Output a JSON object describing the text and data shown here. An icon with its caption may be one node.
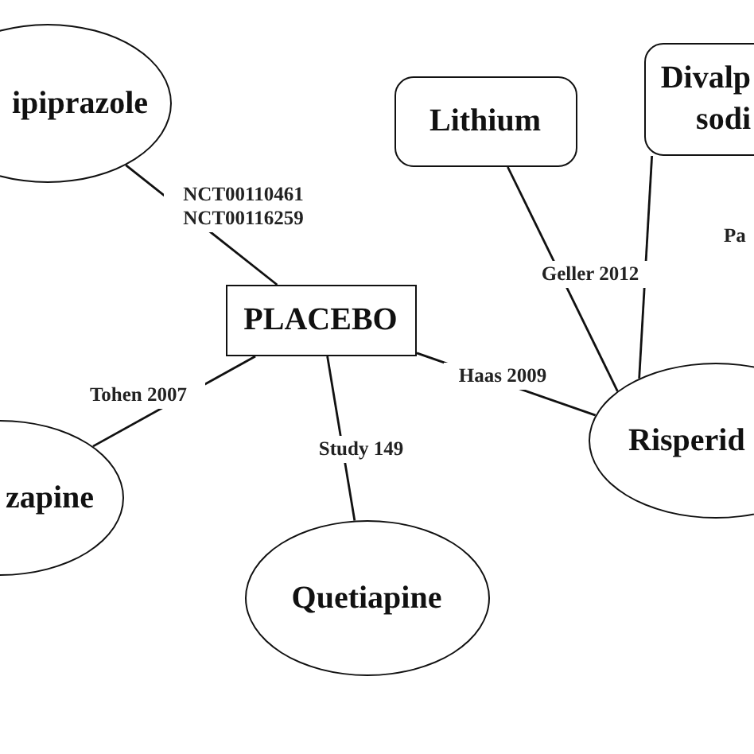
{
  "diagram": {
    "nodes": [
      {
        "text": [
          "ipiprazole"
        ]
      },
      {
        "text": [
          "Lithium"
        ]
      },
      {
        "text": [
          "Divalp sodi"
        ]
      },
      {
        "text": [
          "PLACEBO"
        ]
      },
      {
        "text": [
          "Risperid"
        ]
      },
      {
        "text": [
          "zapine"
        ]
      },
      {
        "text": [
          "Quetiapine"
        ]
      }
    ],
    "edges": [
      {
        "from": 0,
        "to": 3,
        "arrow": "none",
        "label": "NCT00110461 NCT00116259"
      },
      {
        "from": 5,
        "to": 3,
        "arrow": "none",
        "label": "Tohen 2007"
      },
      {
        "from": 3,
        "to": 6,
        "arrow": "none",
        "label": "Study 149"
      },
      {
        "from": 3,
        "to": 4,
        "arrow": "none",
        "label": "Haas 2009"
      },
      {
        "from": 1,
        "to": 4,
        "arrow": "none",
        "label": "Geller 2012"
      },
      {
        "from": 2,
        "to": 4,
        "arrow": "none"
      }
    ],
    "labels": [
      "Pa"
    ]
  }
}
